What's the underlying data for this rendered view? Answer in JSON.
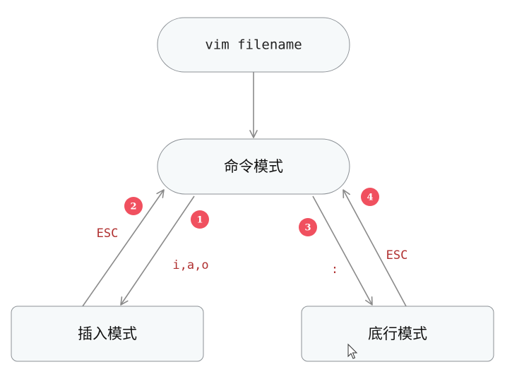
{
  "nodes": {
    "start": {
      "label": "vim filename"
    },
    "command": {
      "label": "命令模式"
    },
    "insert": {
      "label": "插入模式"
    },
    "lastline": {
      "label": "底行模式"
    }
  },
  "edges": {
    "cmd_to_insert": {
      "label": "i,a,o",
      "badge": "1"
    },
    "insert_to_cmd": {
      "label": "ESC",
      "badge": "2"
    },
    "cmd_to_lastline": {
      "label": ":",
      "badge": "3"
    },
    "lastline_to_cmd": {
      "label": "ESC",
      "badge": "4"
    }
  },
  "colors": {
    "node_fill": "#f6f9fa",
    "node_border": "#8c9196",
    "edge": "#8a8a8a",
    "edge_label": "#b03030",
    "badge": "#f0505f"
  }
}
